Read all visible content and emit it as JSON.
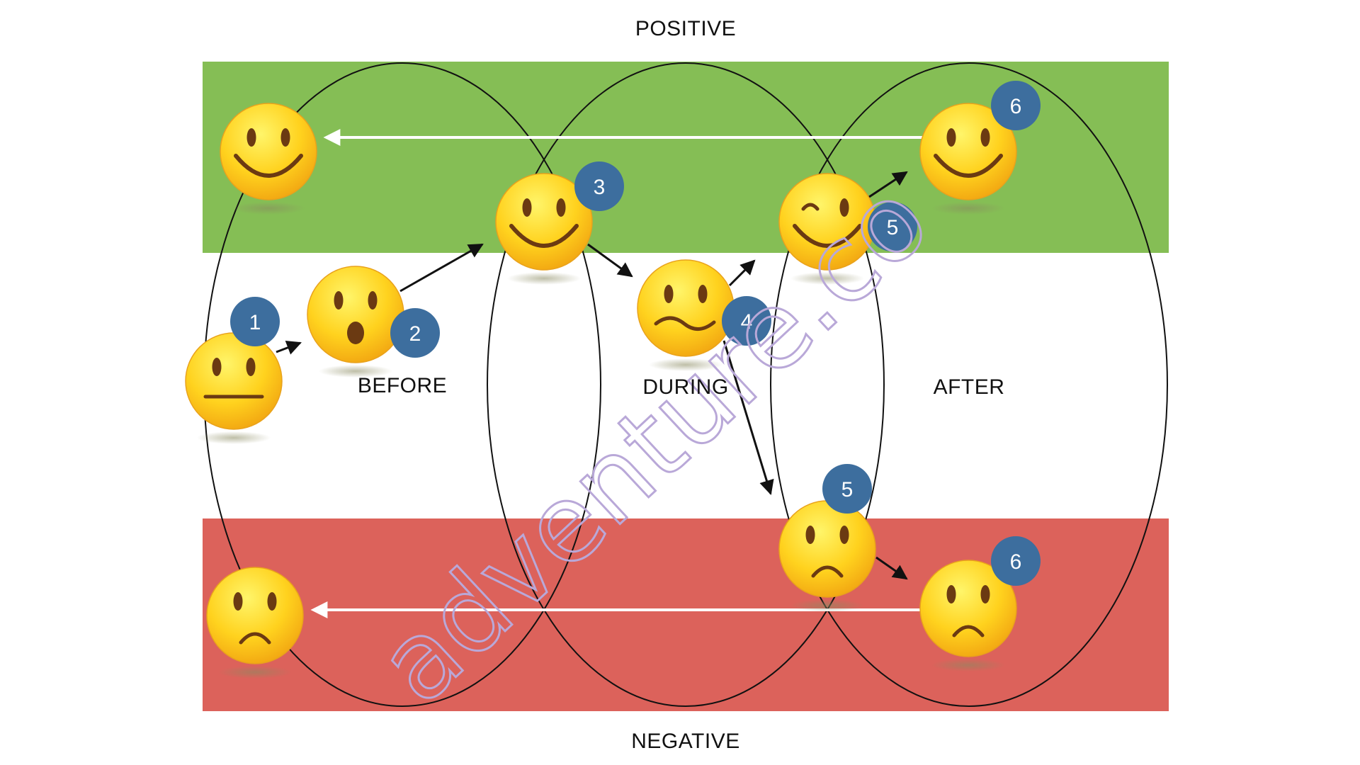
{
  "labels": {
    "positive": "POSITIVE",
    "negative": "NEGATIVE",
    "before": "BEFORE",
    "during": "DURING",
    "after": "AFTER"
  },
  "colors": {
    "positive_band": "#85be55",
    "negative_band": "#dc625b",
    "badge": "#3d6e9e",
    "face_light": "#fff56a",
    "face_dark": "#f0a010",
    "feature": "#6b3a12",
    "watermark": "#b9a8d8"
  },
  "watermark": "adventure.co",
  "steps": [
    {
      "badge": "1",
      "expression": "neutral"
    },
    {
      "badge": "2",
      "expression": "surprised"
    },
    {
      "badge": "3",
      "expression": "happy"
    },
    {
      "badge": "4",
      "expression": "uneasy"
    },
    {
      "badge": "5",
      "expression": "wink"
    },
    {
      "badge": "5",
      "expression": "sad"
    },
    {
      "badge": "6",
      "expression": "happy"
    },
    {
      "badge": "6",
      "expression": "sad"
    }
  ],
  "feedback_faces": [
    {
      "expression": "happy"
    },
    {
      "expression": "sad"
    }
  ]
}
